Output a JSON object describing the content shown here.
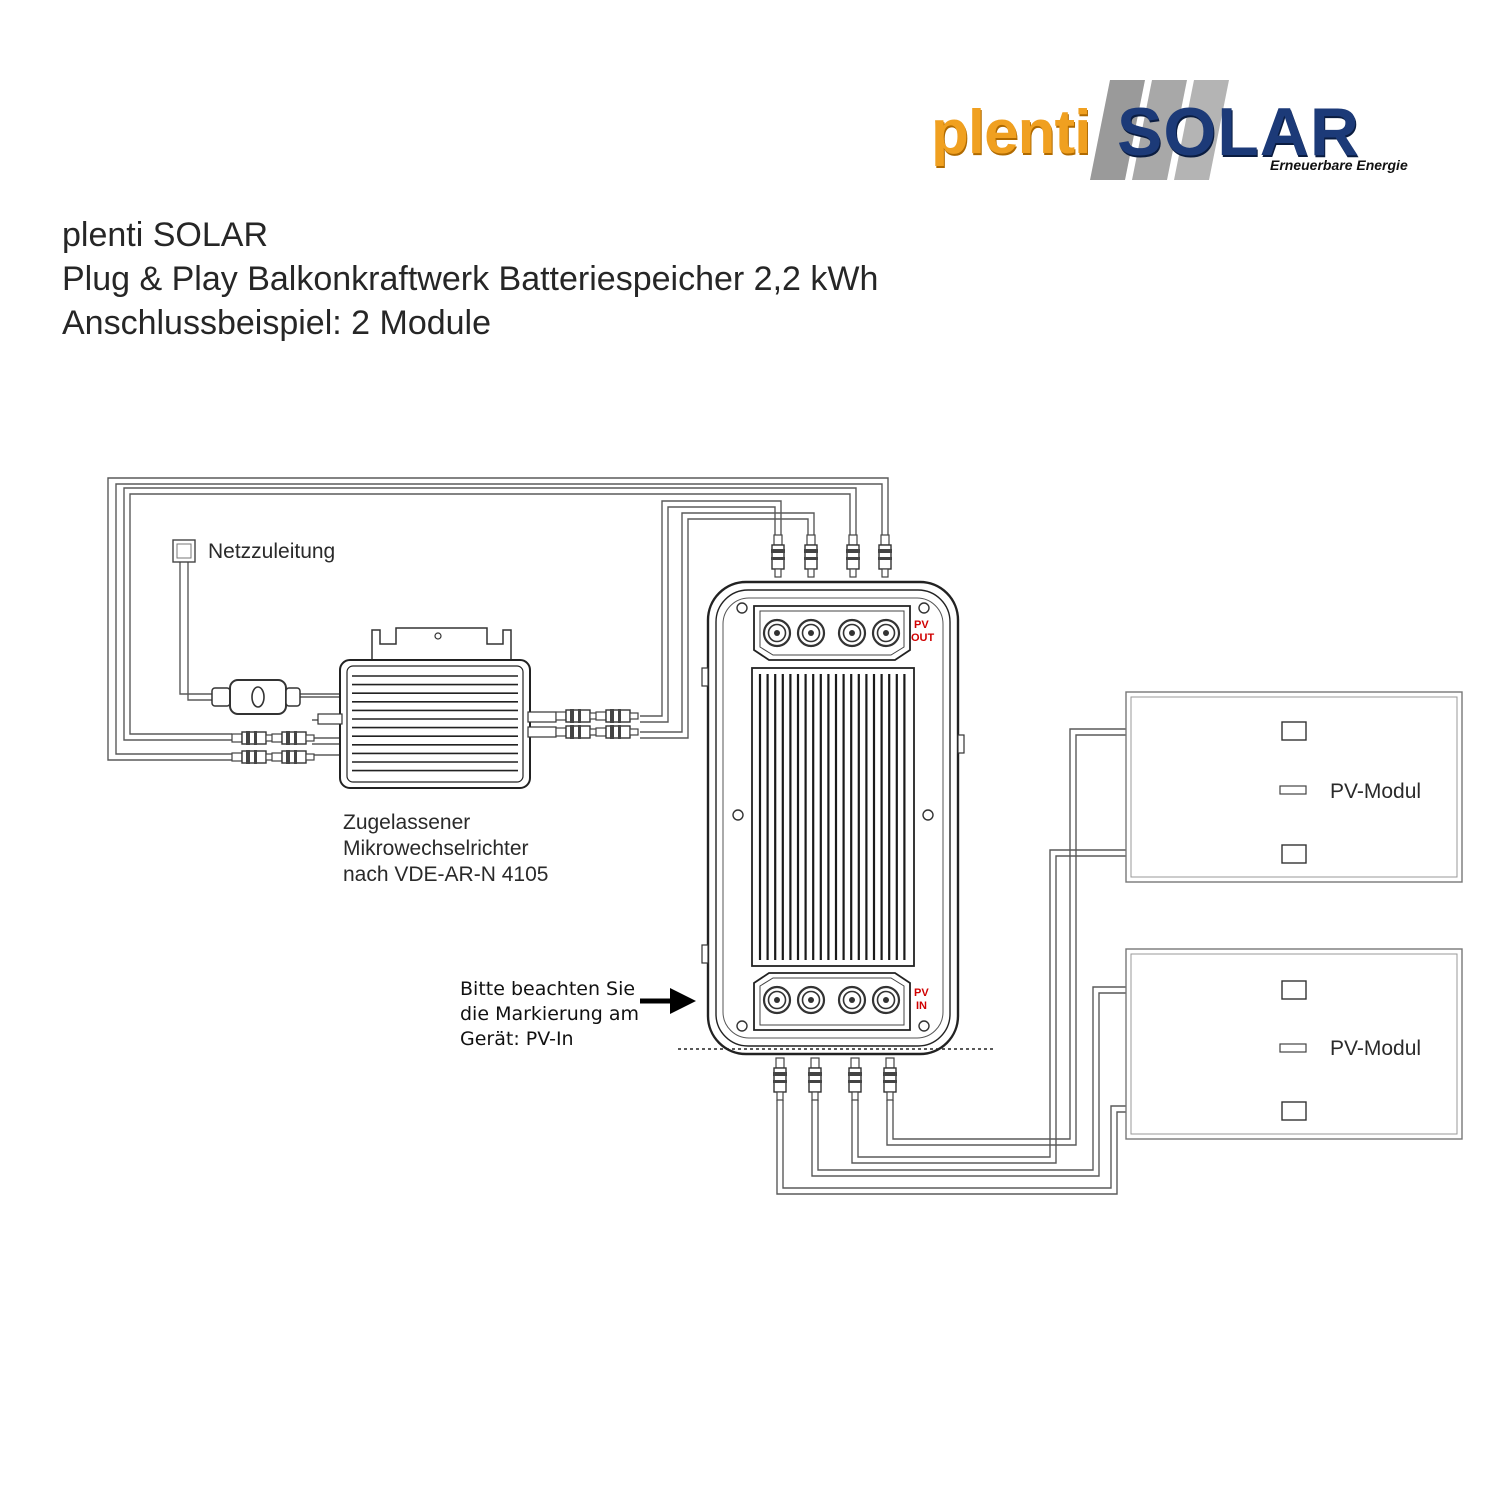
{
  "logo": {
    "word_light": "plenti",
    "word_dark": "SOLAR",
    "tagline": "Erneuerbare Energie"
  },
  "header": {
    "line1": "plenti SOLAR",
    "line2": "Plug & Play Balkonkraftwerk Batteriespeicher 2,2 kWh",
    "line3": "Anschlussbeispiel: 2 Module"
  },
  "labels": {
    "grid": "Netzzuleitung",
    "microinverter": [
      "Zugelassener",
      "Mikrowechselrichter",
      "nach VDE-AR-N 4105"
    ],
    "note": [
      "Bitte beachten Sie",
      "die Markierung am",
      "Gerät: PV-In"
    ],
    "pv_out": [
      "PV",
      "OUT"
    ],
    "pv_in": [
      "PV",
      "IN"
    ],
    "pv_module_1": "PV-Modul",
    "pv_module_2": "PV-Modul"
  },
  "colors": {
    "line": "#5a5a5a",
    "logo_orange": "#f0a020",
    "logo_blue": "#1c3a78",
    "pv_tag_red": "#d00000"
  },
  "icons": {
    "arrow": "right-arrow-icon",
    "connector": "mc4-connector-icon"
  }
}
